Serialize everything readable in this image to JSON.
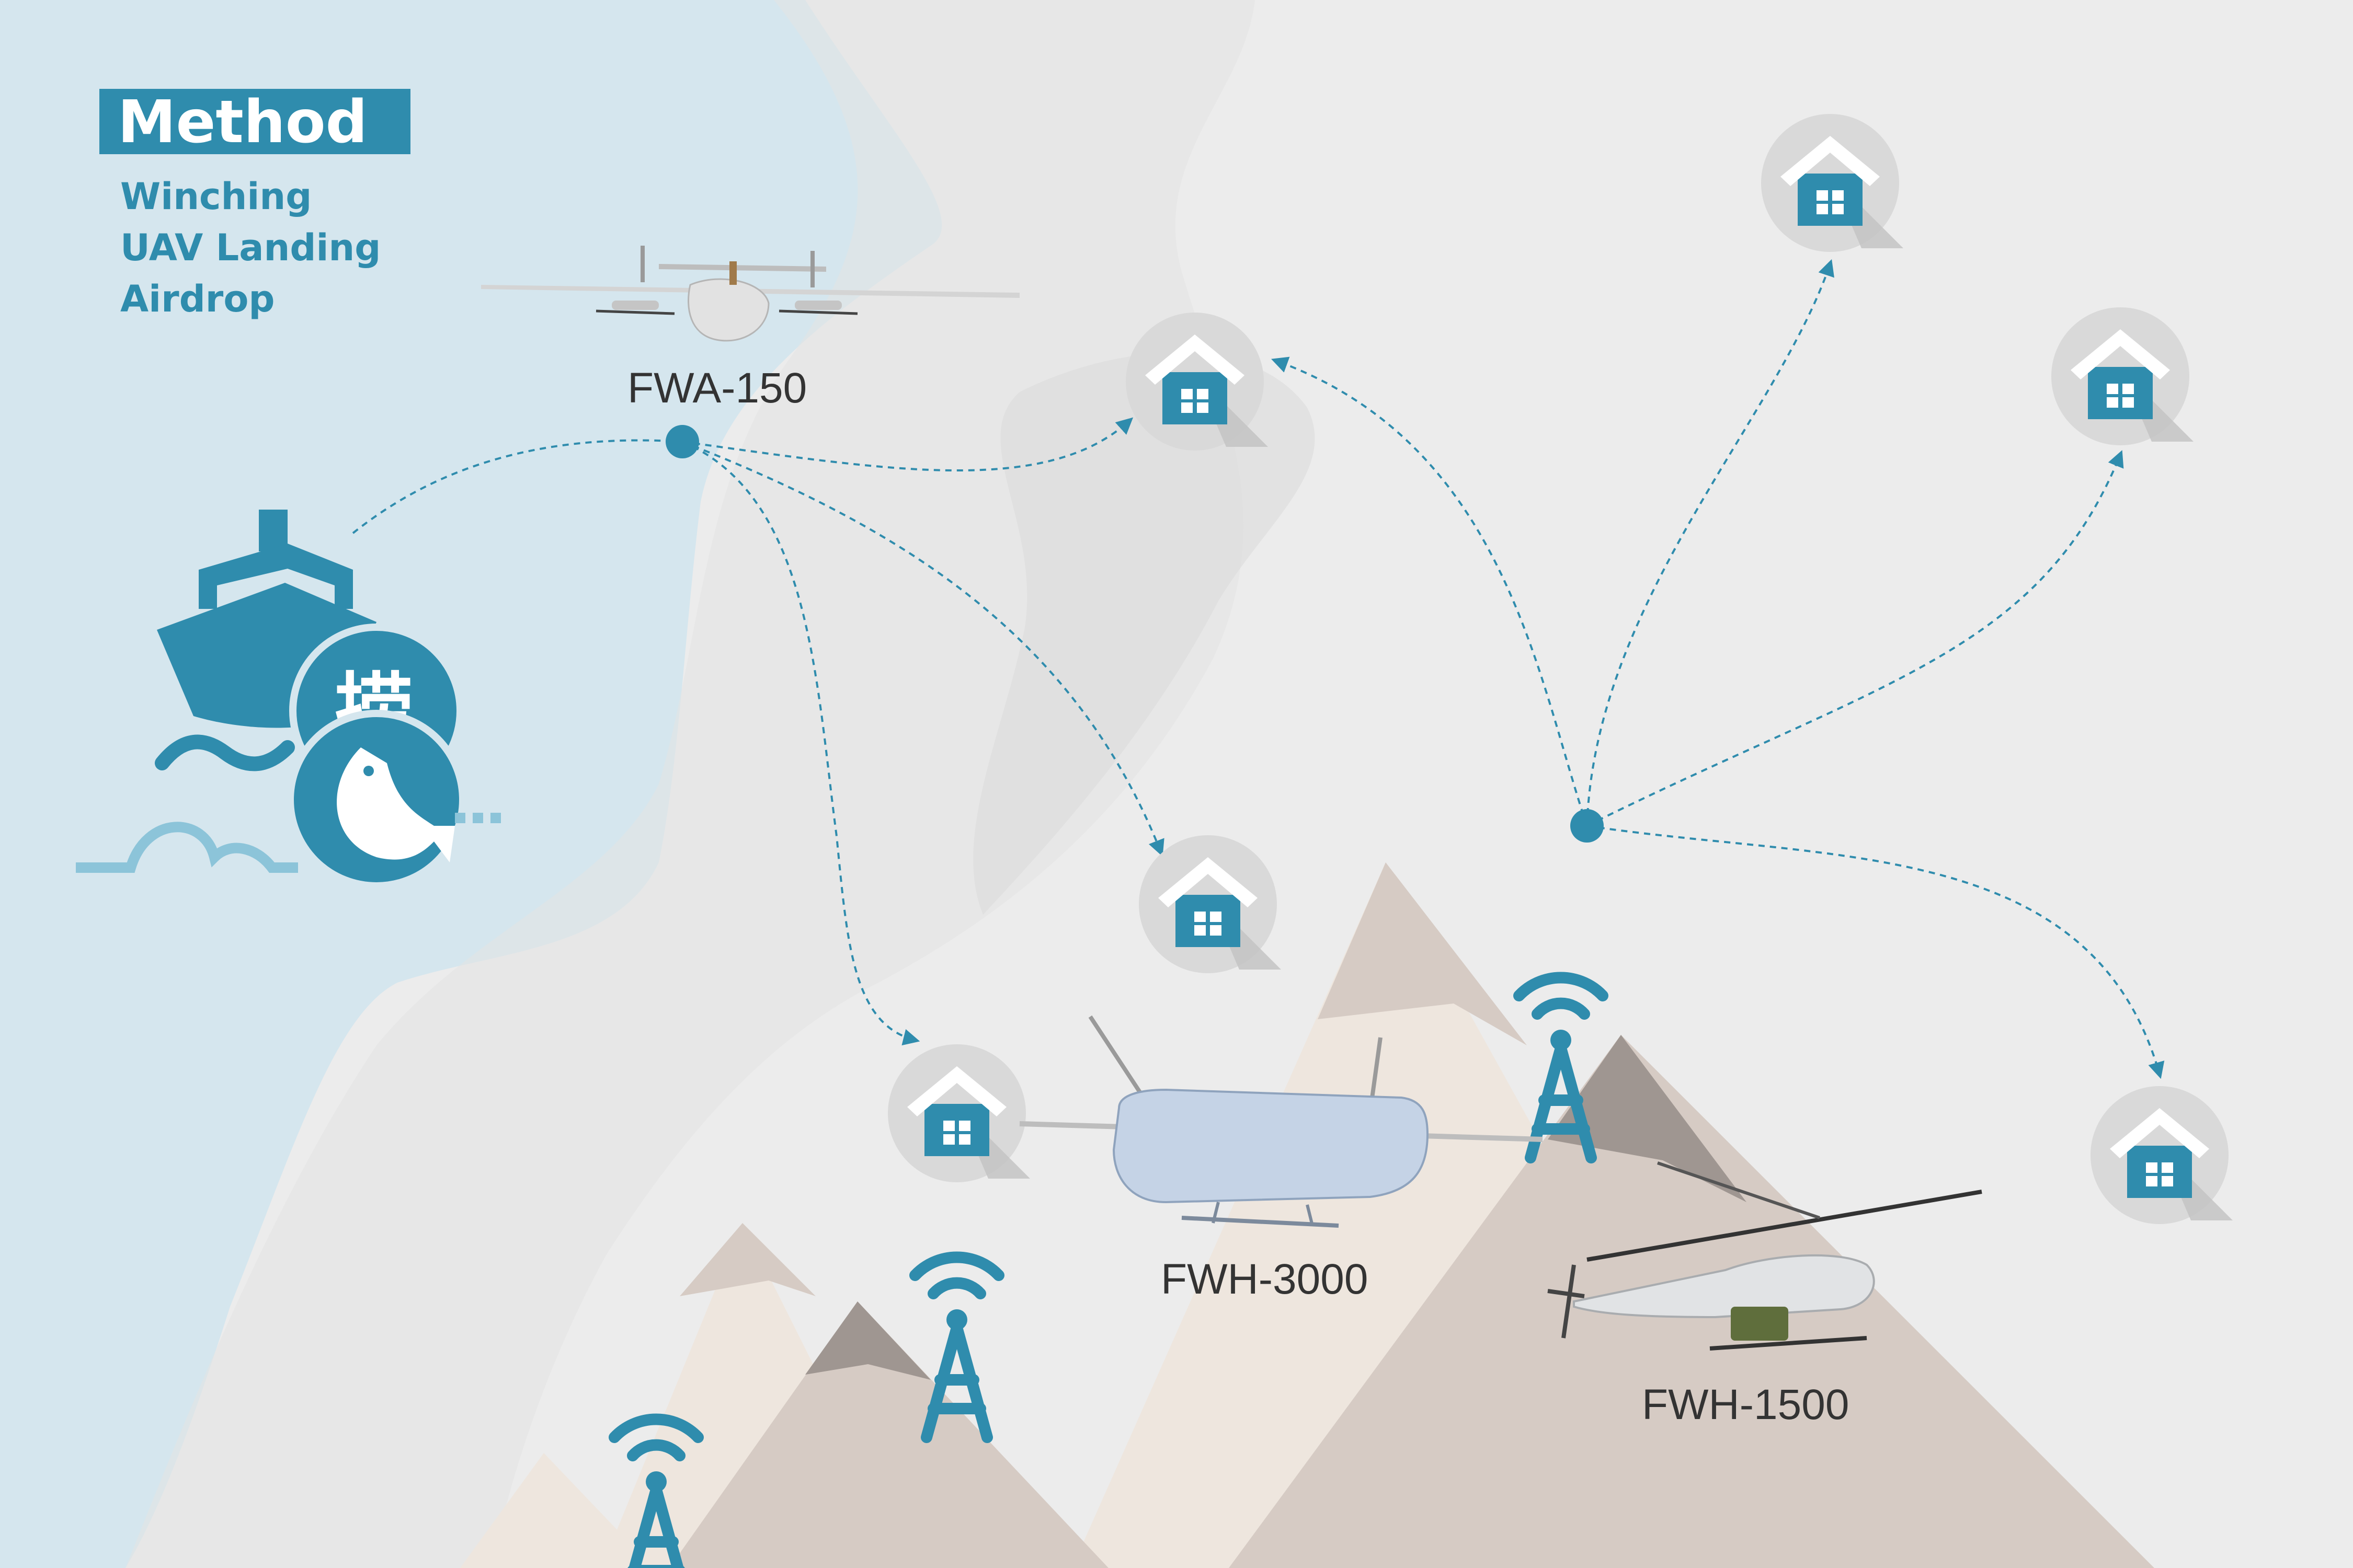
{
  "method": {
    "title": "Method",
    "items": [
      "Winching",
      "UAV Landing",
      "Airdrop"
    ]
  },
  "aircraft": [
    {
      "id": "fwa150",
      "label": "FWA-150"
    },
    {
      "id": "fwh3000",
      "label": "FWH-3000"
    },
    {
      "id": "fwh1500",
      "label": "FWH-1500"
    }
  ],
  "rescue_icon": {
    "glyph": "捞"
  },
  "icons": [
    "ship-icon",
    "fish-icon",
    "house-icon",
    "signal-tower-icon",
    "hub-node"
  ],
  "colors": {
    "accent": "#2f8cad",
    "sea": "#d5e6ee",
    "land": "#ececec",
    "mountain_light": "#eee6de",
    "mountain_mid": "#d6cbc4",
    "mountain_dark": "#9f9691"
  }
}
